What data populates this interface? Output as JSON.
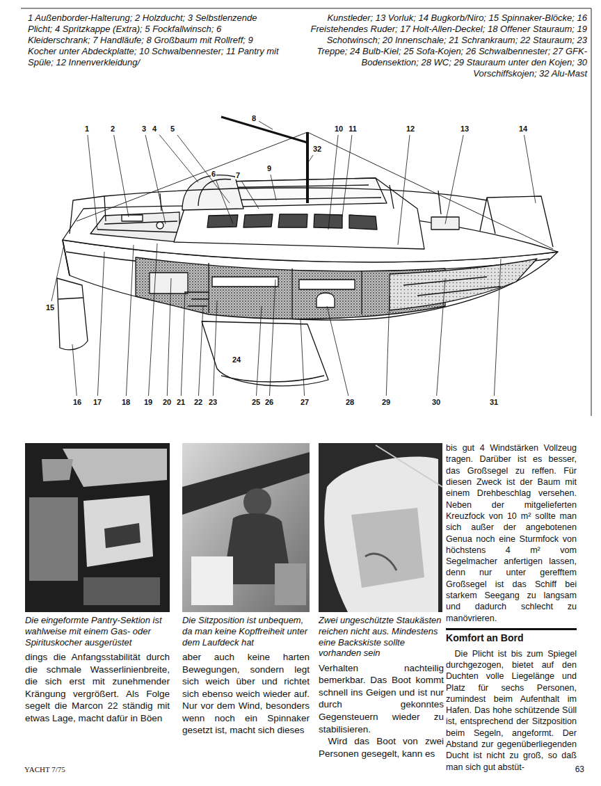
{
  "diagram": {
    "labels": [
      "1 Außenborder-Halterung; 2 Holzducht; 3 Selbstlenzende Plicht; 4 Spritzkappe (Extra); 5 Fockfallwinsch; 6 Kleiderschrank; 7 Handläufe; 8 Großbaum mit Rollreff; 9 Kocher unter Abdeckplatte; 10 Schwalbennester; 11 Pantry mit Spüle; 12 Innenverkleidung/",
      "Kunstleder; 13 Vorluk; 14 Bugkorb/Niro; 15 Spinnaker-Blöcke; 16 Freistehendes Ruder; 17 Holt-Allen-Deckel; 18 Offener Stauraum; 19 Schotwinsch; 20 Innenschale; 21 Schrankraum; 22 Stauraum; 23 Treppe; 24 Bulb-Kiel; 25 Sofa-Kojen; 26 Schwalbennester; 27 GFK-Bodensektion; 28 WC; 29 Stauraum unter den Kojen; 30 Vorschiffskojen; 32 Alu-Mast",
      "1",
      "2",
      "3",
      "4",
      "5",
      "6",
      "7",
      "8",
      "9",
      "10",
      "11",
      "12",
      "13",
      "14",
      "32",
      "15",
      "16",
      "17",
      "18",
      "19",
      "20",
      "21",
      "22",
      "23",
      "24",
      "25",
      "26",
      "27",
      "28",
      "29",
      "30",
      "31",
      "Die eingeformte Pantry-Sektion ist wahlweise mit einem Gas- oder Spirituskocher ausgerüstet",
      "Die Sitzposition ist unbequem, da man keine Kopffreiheit unter dem Laufdeck hat",
      "Zwei ungeschützte Staukästen reichen nicht aus. Mindestens eine Backskiste sollte vorhanden sein",
      "dings die Anfangsstabilität durch die schmale Wasserlinienbreite, die sich erst mit zunehmender Krängung vergrößert. Als Folge segelt die Marcon 22 ständig mit etwas Lage, macht dafür in Böen",
      "aber auch keine harten Bewegungen, sondern legt sich weich über und richtet sich ebenso weich wieder auf. Nur vor dem Wind, besonders wenn noch ein Spinnaker gesetzt ist, macht sich dieses",
      "Verhalten nachteilig bemerkbar. Das Boot kommt schnell ins Geigen und ist nur durch gekonntes Gegensteuern wieder zu stabilisieren.",
      "Wird das Boot von zwei Personen gesegelt, kann es",
      "bis gut 4 Windstärken Vollzeug tragen. Darüber ist es besser, das Großsegel zu reffen. Für diesen Zweck ist der Baum mit einem Drehbeschlag versehen. Neben der mitgelieferten Kreuzfock von 10 m² sollte man sich außer der angebotenen Genua noch eine Sturmfock von höchstens 4 m² vom Segelmacher anfertigen lassen, denn nur unter gerefftem Großsegel ist das Schiff bei starkem Seegang zu langsam und dadurch schlecht zu manövrieren.",
      "Komfort an Bord",
      "Die Plicht ist bis zum Spiegel durchgezogen, bietet auf den Duchten volle Liegelänge und Platz für sechs Personen, zumindest beim Aufenthalt im Hafen. Das hohe schützende Süll ist, entsprechend der Sitzposition beim Segeln, angeformt. Der Abstand zur gegenüberliegenden Ducht ist nicht zu groß, so daß man sich gut abstüt-",
      "YACHT 7/75",
      "63"
    ]
  }
}
